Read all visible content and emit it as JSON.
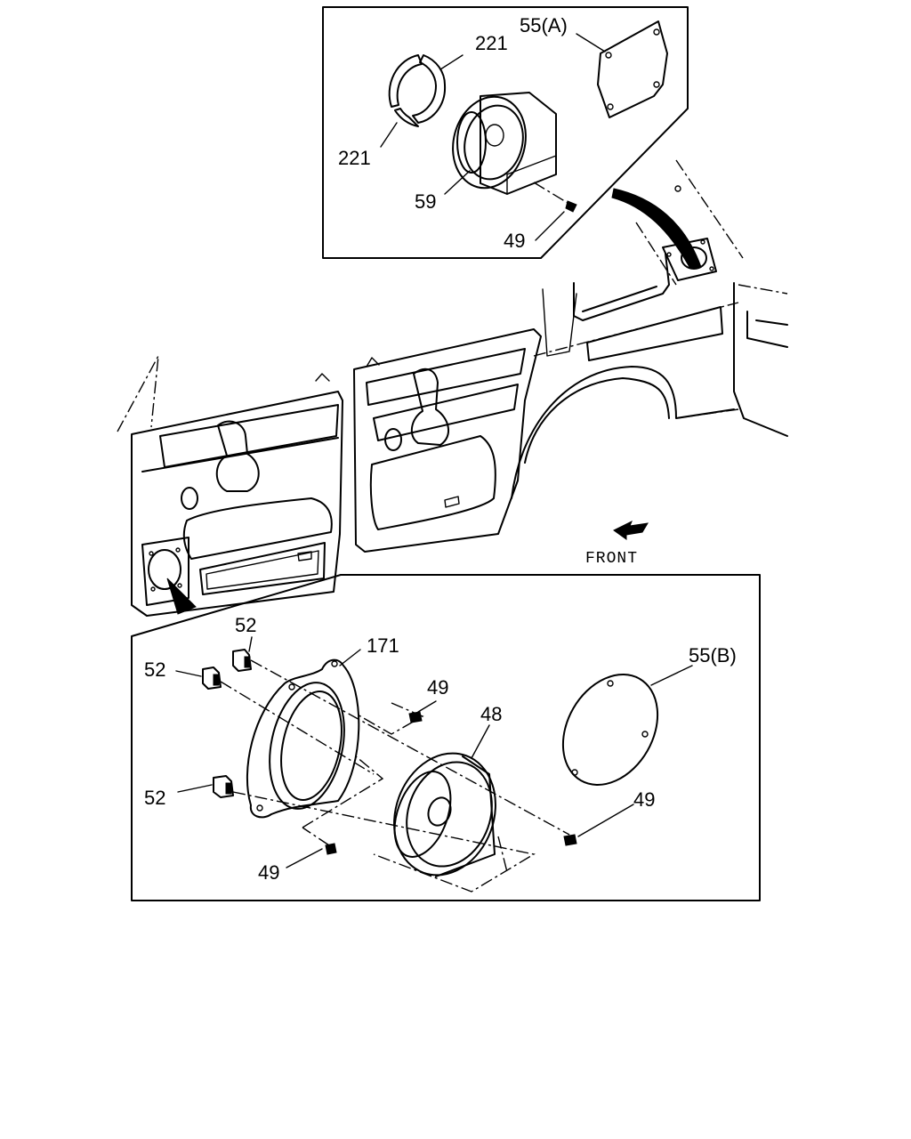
{
  "labels": {
    "p55a": "55(A)",
    "p221_top": "221",
    "p221_bottom": "221",
    "p59": "59",
    "p49_inset": "49",
    "front": "FRONT",
    "p52_top": "52",
    "p52_mid": "52",
    "p52_bottom": "52",
    "p171": "171",
    "p49_a": "49",
    "p48": "48",
    "p55b": "55(B)",
    "p49_b": "49",
    "p49_c": "49"
  }
}
